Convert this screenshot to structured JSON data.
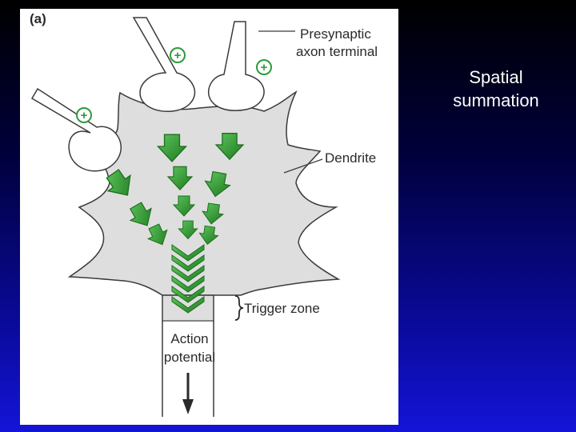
{
  "slide": {
    "caption_line1": "Spatial",
    "caption_line2": "summation"
  },
  "figure": {
    "panel_label": "(a)",
    "presynaptic_line1": "Presynaptic",
    "presynaptic_line2": "axon terminal",
    "dendrite_label": "Dendrite",
    "trigger_label": "Trigger zone",
    "action_line1": "Action",
    "action_line2": "potential",
    "plus_symbol": "+"
  },
  "colors": {
    "background_top": "#000000",
    "background_bottom": "#1414d8",
    "cell_body": "#dedede",
    "arrow_green": "#3aa53a",
    "arrow_dark": "#1e6e1e",
    "plus_green": "#2e9a3e"
  }
}
